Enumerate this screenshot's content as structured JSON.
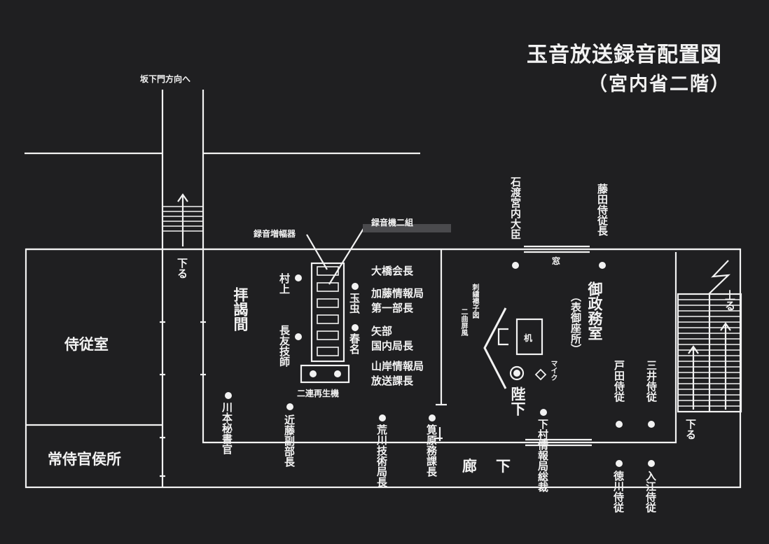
{
  "title": "玉音放送録音配置図",
  "subtitle": "（宮内省二階）",
  "direction_label": "坂下門方向へ",
  "stairs_down_left": "下る",
  "stairs_up_right": "上る",
  "stairs_down_right": "下る",
  "rooms": {
    "jijushitsu": "侍従室",
    "jojikan": "常侍官侯所",
    "haietsu": "拝謁間",
    "gosei": "御政務室",
    "gosei_sub": "（表御座所）",
    "roka": "廊",
    "roka2": "下",
    "window": "窓"
  },
  "equipment": {
    "amplifier": "録音増幅器",
    "recorders": "録音機二組",
    "playback": "二連再生機",
    "desk": "机",
    "mic": "マイク",
    "screen": "二曲屏風",
    "screen2": "刺繍襖子図"
  },
  "people": {
    "ishiwata": "石渡宮内大臣",
    "fujita": "藤田侍従長",
    "murakami": "村上",
    "nagatomo": "長友技師",
    "tamamushi": "玉虫",
    "kasuga": "春名",
    "ohashi": "大橋会長",
    "kato": "加藤情報局",
    "kato2": "第一部長",
    "yabe": "矢部",
    "yabe2": "国内局長",
    "yamagishi": "山岸情報局",
    "yamagishi2": "放送課長",
    "emperor": "陛下",
    "toda": "戸田侍従",
    "mitsui": "三井侍従",
    "kawamoto": "川本秘書官",
    "kondo": "近藤副部長",
    "arakawa": "荒川技術局長",
    "kakihara": "筧原務課長",
    "shimomura": "下村情報局総裁",
    "tokugawa": "徳川侍従",
    "irie": "入江侍従"
  }
}
